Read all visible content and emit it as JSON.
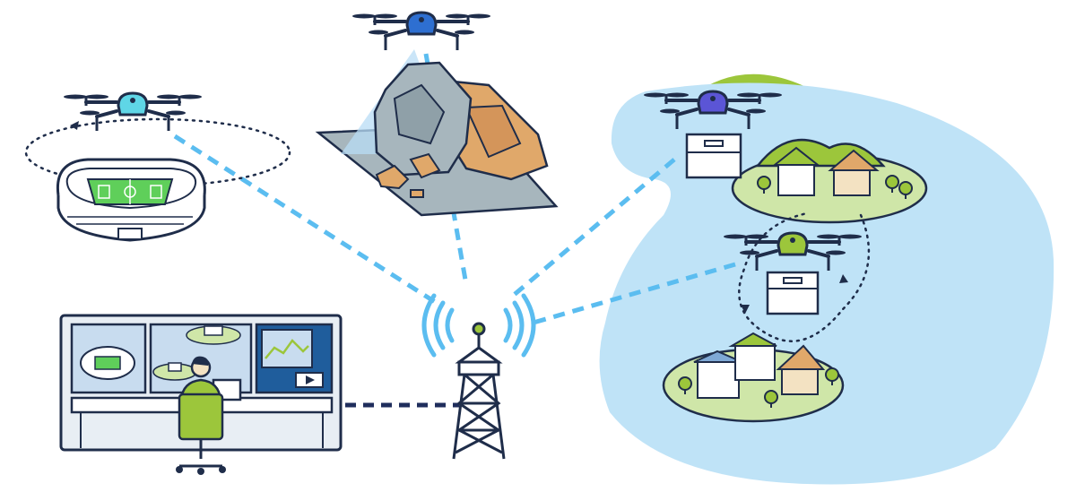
{
  "colors": {
    "link": "#5bbdf0",
    "wired": "#1f2d5c",
    "outline": "#1f2d4a",
    "sea": "#bfe3f7",
    "hill": "#9cc63b",
    "grass": "#cfe6a8",
    "pitch": "#5fcf5a",
    "rock_grey": "#a7b6bd",
    "rock_tan": "#e0a86a",
    "beam": "#b8dcf5",
    "screen": "#c8dcef",
    "screen_dark": "#1f5d9c",
    "drone_cyan": "#5fd6e6",
    "drone_blue": "#2e6fd1",
    "drone_purple": "#5b55d6",
    "drone_green": "#9cc63b",
    "parcel": "#ffffff"
  },
  "nodes": [
    {
      "id": "stadium-drone",
      "icon": "drone-icon",
      "scene": "stadium-orbit"
    },
    {
      "id": "survey-drone",
      "icon": "drone-icon",
      "scene": "rock-survey"
    },
    {
      "id": "delivery-drone-1",
      "icon": "drone-icon",
      "scene": "parcel-delivery"
    },
    {
      "id": "delivery-drone-2",
      "icon": "drone-icon",
      "scene": "parcel-delivery"
    },
    {
      "id": "control-room",
      "icon": "operator-icon",
      "scene": "monitoring"
    },
    {
      "id": "cell-tower",
      "icon": "antenna-tower-icon",
      "scene": "hub"
    }
  ],
  "links": [
    {
      "from": "cell-tower",
      "to": "stadium-drone",
      "type": "wireless"
    },
    {
      "from": "cell-tower",
      "to": "survey-drone",
      "type": "wireless"
    },
    {
      "from": "cell-tower",
      "to": "delivery-drone-1",
      "type": "wireless"
    },
    {
      "from": "cell-tower",
      "to": "island-delivery-area",
      "type": "wireless"
    },
    {
      "from": "cell-tower",
      "to": "control-room",
      "type": "wired"
    }
  ]
}
